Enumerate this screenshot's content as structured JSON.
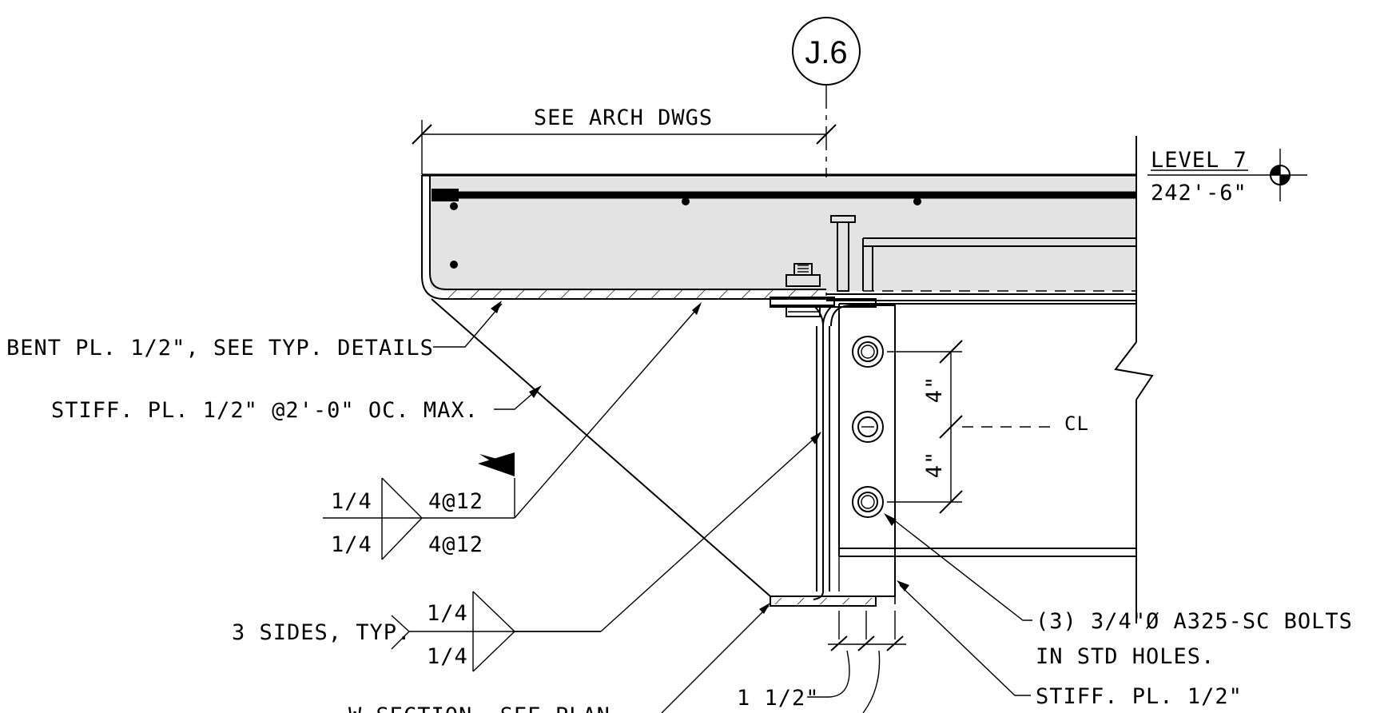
{
  "grid_bubble": {
    "label": "J.6"
  },
  "dimension_top": {
    "label": "SEE ARCH DWGS"
  },
  "level_marker": {
    "name": "LEVEL 7",
    "elevation": "242'-6\""
  },
  "callouts": {
    "bent_plate": "BENT PL. 1/2\", SEE TYP. DETAILS",
    "stiffener_plate": "STIFF. PL. 1/2\" @2'-0\" OC. MAX.",
    "three_sides": "3 SIDES, TYP.",
    "bolts_line1": "(3) 3/4\"Ø A325-SC BOLTS",
    "bolts_line2": "IN STD HOLES.",
    "stiffener_plate_2": "STIFF. PL. 1/2\"",
    "w_section": "W SECTION, SEE PLAN"
  },
  "weld_symbol_1": {
    "size_top": "1/4",
    "size_bottom": "1/4",
    "pitch_top": "4@12",
    "pitch_bottom": "4@12"
  },
  "weld_symbol_2": {
    "size_top": "1/4",
    "size_bottom": "1/4"
  },
  "bolt_spacing": {
    "upper": "4\"",
    "lower": "4\""
  },
  "centerline": {
    "symbol": "CL"
  },
  "edge_dimension": {
    "label": "1 1/2\""
  }
}
